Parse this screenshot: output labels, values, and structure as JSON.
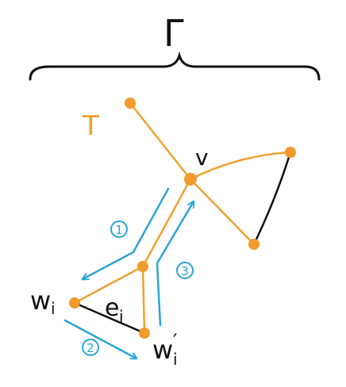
{
  "labels": {
    "gamma": "Γ",
    "tree": "T",
    "root": "v",
    "w_i": "w",
    "w_i_sub": "i",
    "w_i_prime": "w",
    "w_i_prime_mark": "′",
    "w_i_prime_sub": "i",
    "edge_e": "e",
    "edge_e_sub": "i"
  },
  "steps": [
    {
      "label": "1"
    },
    {
      "label": "2"
    },
    {
      "label": "3"
    }
  ],
  "colors": {
    "ink": "#111111",
    "tree": "#f0a030",
    "node": "#f29a2a",
    "arrow": "#2aa5d8"
  }
}
